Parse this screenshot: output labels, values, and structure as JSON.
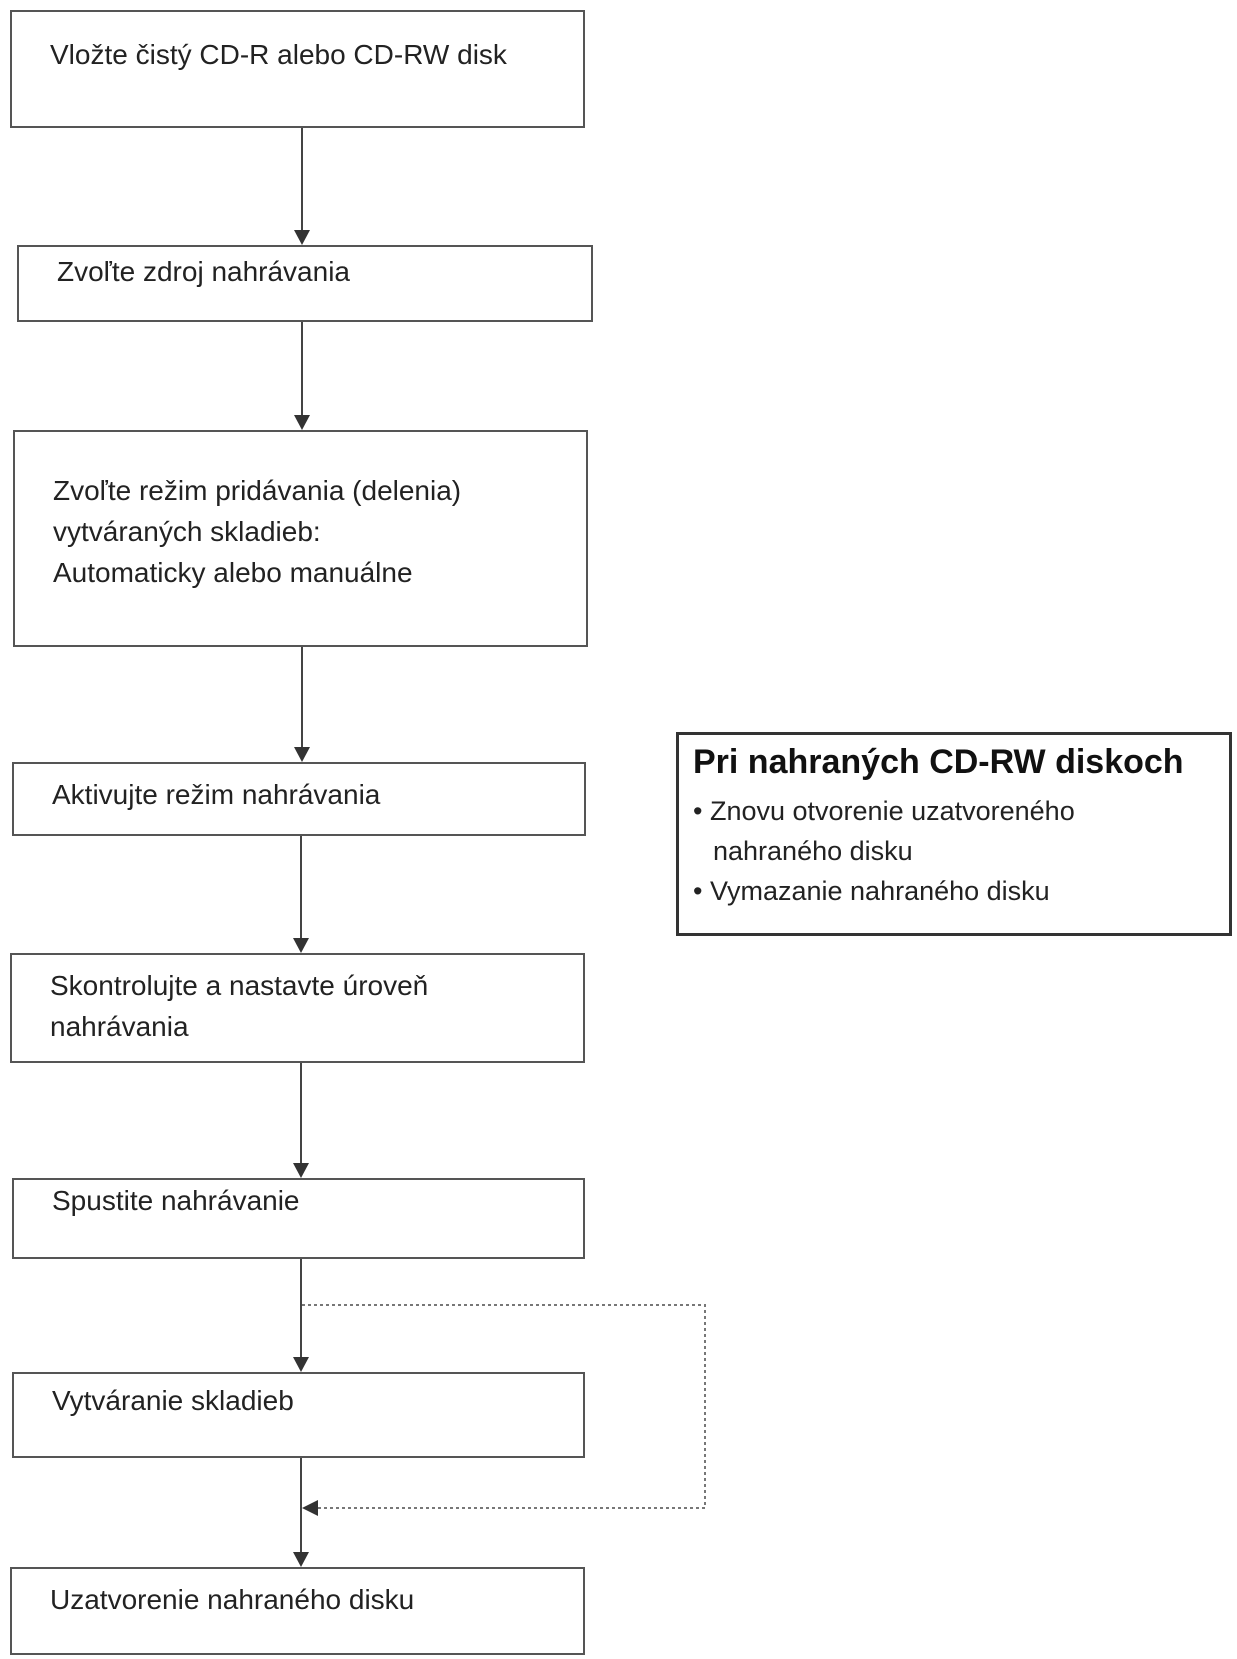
{
  "steps": [
    {
      "lines": [
        "Vložte čistý CD-R alebo CD-RW disk"
      ]
    },
    {
      "lines": [
        "Zvoľte zdroj nahrávania"
      ]
    },
    {
      "lines": [
        "Zvoľte režim pridávania (delenia)",
        "vytváraných skladieb:",
        "Automaticky alebo manuálne"
      ]
    },
    {
      "lines": [
        "Aktivujte režim  nahrávania"
      ]
    },
    {
      "lines": [
        "Skontrolujte a nastavte úroveň",
        "nahrávania"
      ]
    },
    {
      "lines": [
        "Spustite nahrávanie"
      ]
    },
    {
      "lines": [
        "Vytváranie skladieb"
      ]
    },
    {
      "lines": [
        "Uzatvorenie nahraného disku"
      ]
    }
  ],
  "side_note": {
    "title": "Pri nahraných CD-RW diskoch",
    "bullets": [
      {
        "bullet": "•",
        "lines": [
          "Znovu otvorenie uzatvoreného",
          "nahraného disku"
        ]
      },
      {
        "bullet": "•",
        "lines": [
          "Vymazanie nahraného disku"
        ]
      }
    ]
  }
}
